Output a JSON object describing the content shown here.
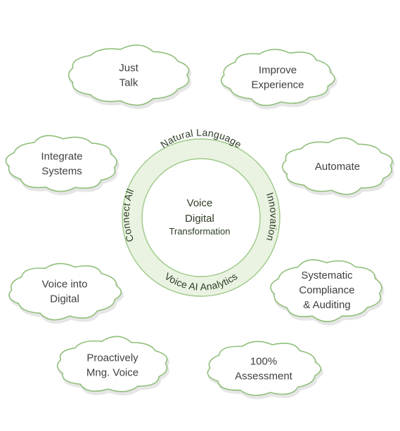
{
  "center": {
    "line1": "Voice",
    "line2": "Digital",
    "line3": "Transformation"
  },
  "ring": {
    "top": "Natural Language",
    "right": "Innovation",
    "bottom": "Voice AI Analytics",
    "left": "Connect All"
  },
  "clouds": [
    {
      "lines": [
        "Just",
        "Talk"
      ]
    },
    {
      "lines": [
        "Improve",
        "Experience"
      ]
    },
    {
      "lines": [
        "Integrate",
        "Systems"
      ]
    },
    {
      "lines": [
        "Automate"
      ]
    },
    {
      "lines": [
        "Voice into",
        "Digital"
      ]
    },
    {
      "lines": [
        "Systematic",
        "Compliance",
        "& Auditing"
      ]
    },
    {
      "lines": [
        "Proactively",
        "Mng. Voice"
      ]
    },
    {
      "lines": [
        "100%",
        "Assessment"
      ]
    }
  ],
  "colors": {
    "cloud_stroke": "#8fbf7a",
    "ring_fill": "#eaf3e2",
    "ring_stroke": "#9cc887",
    "text": "#3f3f3f"
  }
}
